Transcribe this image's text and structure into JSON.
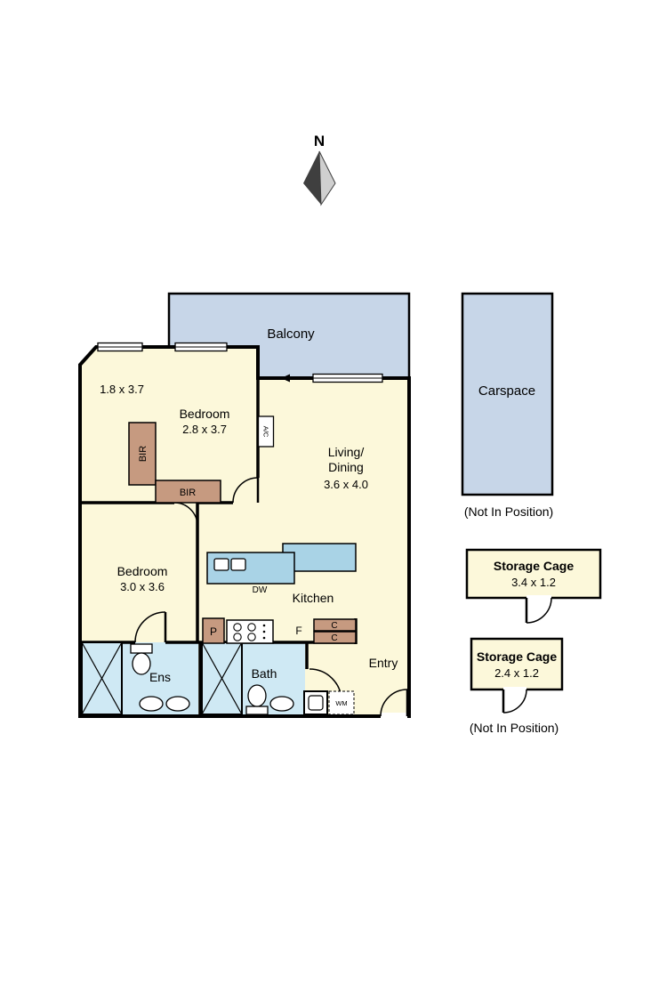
{
  "compass": {
    "label": "N"
  },
  "outdoor": {
    "balcony_label": "Balcony",
    "carspace_label": "Carspace",
    "carspace_note": "(Not In Position)"
  },
  "rooms": {
    "nook_dims": "1.8 x 3.7",
    "bedroom1_name": "Bedroom",
    "bedroom1_dims": "2.8 x 3.7",
    "living_line1": "Living/",
    "living_line2": "Dining",
    "living_dims": "3.6 x 4.0",
    "bedroom2_name": "Bedroom",
    "bedroom2_dims": "3.0 x 3.6",
    "kitchen": "Kitchen",
    "entry": "Entry",
    "ensuite": "Ens",
    "bath": "Bath"
  },
  "fixtures": {
    "bir_vertical": "BIR",
    "bir_horizontal": "BIR",
    "ac_unit": "A/C",
    "dishwasher": "DW",
    "pantry": "P",
    "fridge": "F",
    "cupboard_upper": "C",
    "cupboard_lower": "C",
    "washing_machine": "WM"
  },
  "storage": {
    "cage1_title": "Storage Cage",
    "cage1_dims": "3.4 x 1.2",
    "cage2_title": "Storage Cage",
    "cage2_dims": "2.4 x 1.2",
    "note": "(Not In Position)"
  },
  "colors": {
    "outdoor_fill": "#c7d6e8",
    "floor_fill": "#fcf8da",
    "wet_fill": "#cfe9f4",
    "counter_fill": "#a9d3e6",
    "cabinet_fill": "#c69a80",
    "wall": "#000000"
  }
}
